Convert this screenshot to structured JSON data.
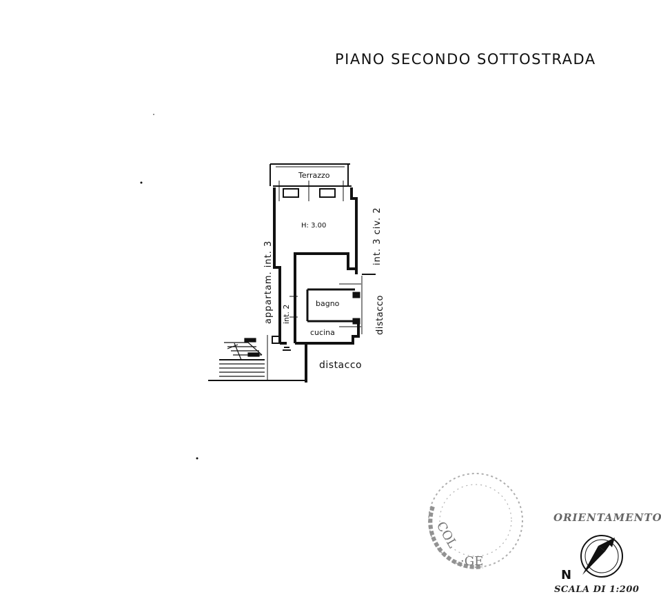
{
  "title": "PIANO SECONDO SOTTOSTRADA",
  "labels": {
    "terrace": "Terrazzo",
    "height": "H: 3.00",
    "apartment_left": "appartam. int. 3",
    "apartment_right": "int. 3 civ. 2",
    "unit": "int. 2",
    "bathroom": "bagno",
    "kitchen": "cucina",
    "gap_bottom": "distacco",
    "gap_right": "distacco"
  },
  "legend": {
    "orientation": "ORIENTAMENTO",
    "north": "N",
    "scale": "SCALA DI 1:200"
  },
  "colors": {
    "ink": "#111111",
    "stamp": "#9a9a9a",
    "paper": "#ffffff"
  }
}
